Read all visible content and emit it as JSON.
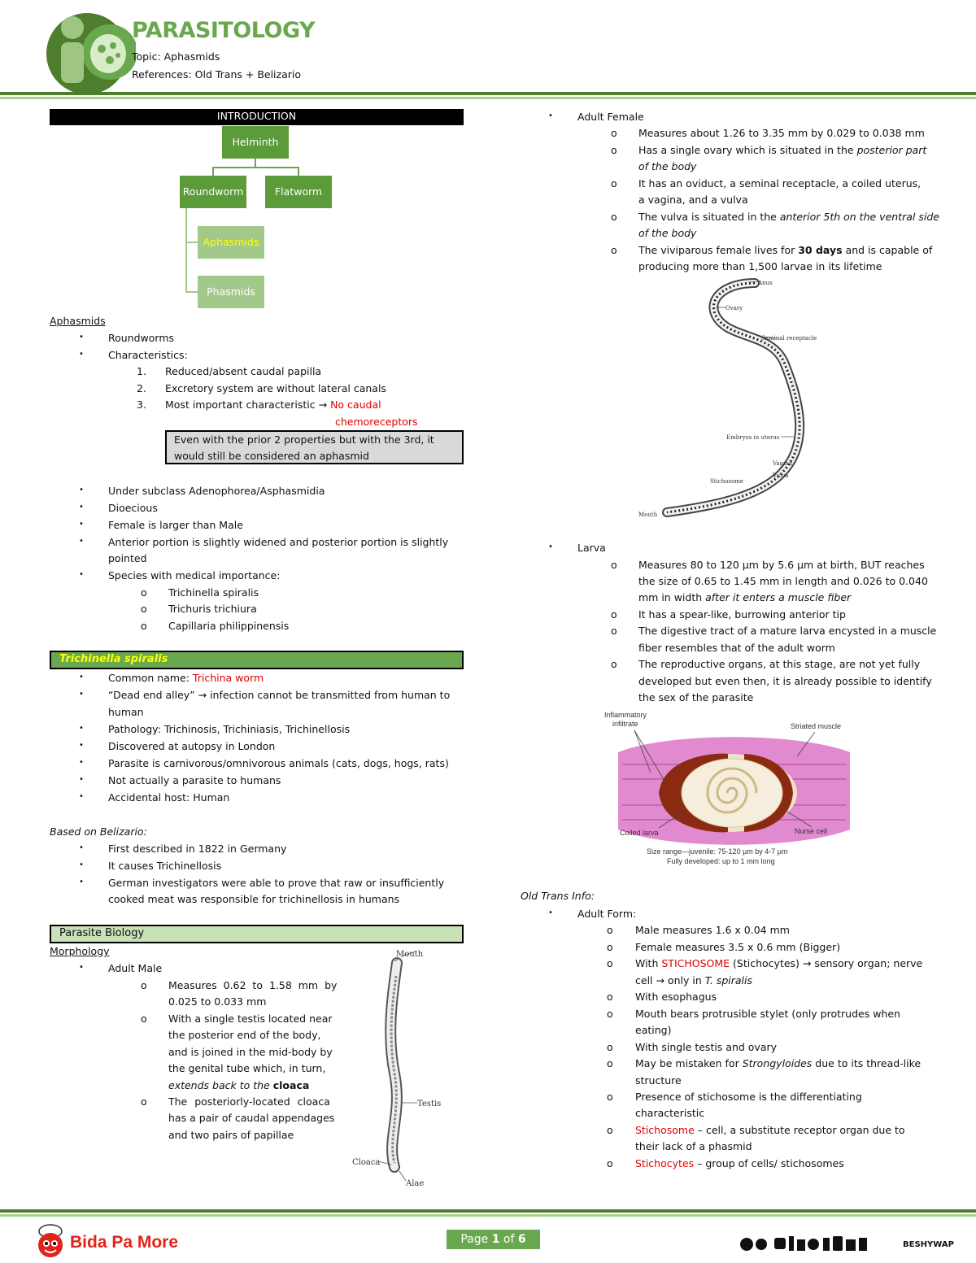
{
  "header": {
    "title": "PARASITOLOGY",
    "topic": "Topic: Aphasmids",
    "references": "References: Old Trans + Belizario"
  },
  "left": {
    "intro_banner": "INTRODUCTION",
    "chart": {
      "helminth": "Helminth",
      "roundworm": "Roundworm",
      "flatworm": "Flatworm",
      "aphasmids": "Aphasmids",
      "phasmids": "Phasmids"
    },
    "aphasmids_heading": "Aphasmids",
    "aph_b1": "Roundworms",
    "aph_b2": "Characteristics:",
    "aph_n1": "Reduced/absent caudal papilla",
    "aph_n2": "Excretory system are without lateral canals",
    "aph_n3_pre": "Most important characteristic →",
    "aph_n3_red1": "No caudal",
    "aph_n3_red2": "chemoreceptors",
    "note_line1": "Even with the prior 2 properties but with the 3rd, it",
    "note_line2": "would still be considered an aphasmid",
    "aph_b3": "Under subclass Adenophorea/Asphasmidia",
    "aph_b4": "Dioecious",
    "aph_b5": "Female is larger than Male",
    "aph_b6a": "Anterior portion is slightly widened and posterior portion is slightly",
    "aph_b6b": "pointed",
    "aph_b7": "Species with medical importance:",
    "sp1": "Trichinella spiralis",
    "sp2": "Trichuris trichiura",
    "sp3": "Capillaria philippinensis",
    "ts_banner": "Trichinella spiralis",
    "ts_b1_pre": "Common name:",
    "ts_b1_red": "Trichina worm",
    "ts_b2a": "“Dead end alley” → infection cannot be transmitted from human to",
    "ts_b2b": "human",
    "ts_b3": "Pathology: Trichinosis, Trichiniasis, Trichinellosis",
    "ts_b4": "Discovered at autopsy in London",
    "ts_b5": "Parasite is carnivorous/omnivorous animals (cats, dogs, hogs, rats)",
    "ts_b6": "Not actually a parasite to humans",
    "ts_b7": "Accidental host: Human",
    "bel_heading": "Based on Belizario:",
    "bel_b1": "First described in 1822 in Germany",
    "bel_b2": "It causes Trichinellosis",
    "bel_b3a": "German investigators were able to prove that raw or insufficiently",
    "bel_b3b": "cooked meat was responsible for trichinellosis in humans",
    "pb_banner": "Parasite Biology",
    "morph_heading": "Morphology",
    "male_heading": "Adult Male",
    "male_o1a": "Measures 0.62 to 1.58 mm by",
    "male_o1b": "0.025 to 0.033 mm",
    "male_o2a": "With a single testis located near",
    "male_o2b": "the posterior end of the body,",
    "male_o2c": "and is joined in the mid-body by",
    "male_o2d": "the genital tube which, in turn,",
    "male_o2e_i": "extends back to the",
    "male_o2e_b": "cloaca",
    "male_o3a": "The posteriorly-located cloaca",
    "male_o3b": "has a pair of caudal appendages",
    "male_o3c": "and two pairs of papillae",
    "male_fig": {
      "mouth": "Mouth",
      "testis": "Testis",
      "cloaca": "Cloaca",
      "alae": "Alae"
    }
  },
  "right": {
    "female_heading": "Adult Female",
    "f_o1": "Measures about 1.26 to 3.35 mm by 0.029 to 0.038 mm",
    "f_o2a_pre": "Has a single ovary which is situated in the",
    "f_o2a_i": "posterior part",
    "f_o2b_i": "of the body",
    "f_o3a": "It has an oviduct, a seminal receptacle, a coiled uterus,",
    "f_o3b": "a vagina, and a vulva",
    "f_o4a_pre": "The vulva is situated in the",
    "f_o4a_i": "anterior 5th on the ventral side",
    "f_o4b_i": "of the body",
    "f_o5a_pre": "The viviparous female lives for",
    "f_o5a_b": "30 days",
    "f_o5a_post": "and is capable of",
    "f_o5b": "producing more than 1,500 larvae in its lifetime",
    "female_fig": {
      "anus": "Anus",
      "ovary": "Ovary",
      "seminal": "Seminal receptacle",
      "embryos": "Embryos in uterus",
      "vagina": "Vagina",
      "vulva": "Vulva",
      "stichosome": "Stichosome",
      "mouth": "Mouth"
    },
    "larva_heading": "Larva",
    "l_o1a": "Measures 80 to 120 µm by 5.6 µm at birth, BUT reaches",
    "l_o1b": "the size of 0.65 to 1.45 mm in length and 0.026 to 0.040",
    "l_o1c_pre": "mm in width",
    "l_o1c_i": "after it enters a muscle fiber",
    "l_o2": "It has a spear-like, burrowing anterior tip",
    "l_o3a": "The digestive tract of a mature larva encysted in a muscle",
    "l_o3b": "fiber resembles that of the adult worm",
    "l_o4a": "The reproductive organs, at this stage, are not yet fully",
    "l_o4b": "developed but even then, it is already possible to identify",
    "l_o4c": "the sex of the parasite",
    "cyst_fig": {
      "inflam1": "Inflammatory",
      "inflam2": "infiltrate",
      "striated": "Striated muscle",
      "coiled": "Coiled larva",
      "nurse": "Nurse cell",
      "size1": "Size range—juvenile: 75-120 µm by 4-7 µm",
      "size2": "Fully developed: up to 1 mm long"
    },
    "old_heading": "Old Trans Info:",
    "adult_form": "Adult Form:",
    "ot1": "Male measures 1.6 x 0.04 mm",
    "ot2": "Female measures 3.5 x 0.6 mm (Bigger)",
    "ot3_pre": "With",
    "ot3_red": "STICHOSOME",
    "ot3_post": "(Stichocytes) → sensory organ; nerve",
    "ot3b_pre": "cell → only in",
    "ot3b_i": "T. spiralis",
    "ot4": "With esophagus",
    "ot5a": "Mouth bears protrusible stylet (only protrudes when",
    "ot5b": "eating)",
    "ot6": "With single testis and ovary",
    "ot7a_pre": "May be mistaken for",
    "ot7a_i": "Strongyloides",
    "ot7a_post": "due to its thread-like",
    "ot7b": "structure",
    "ot8a": "Presence of stichosome is the differentiating",
    "ot8b": "characteristic",
    "ot9_red": "Stichosome",
    "ot9_post": "– cell, a substitute receptor organ due to",
    "ot9b": "their lack of a phasmid",
    "ot10_red": "Stichocytes",
    "ot10_post": "– group of cells/ stichosomes"
  },
  "footer": {
    "brand": "Bida Pa More",
    "page_pre": "Page",
    "page_num": "1",
    "page_of": "of",
    "page_total": "6",
    "sig": "BESHYWAP"
  },
  "bullet_glyph": "•",
  "circle_glyph": "o",
  "colors": {
    "green": "#6aa84f",
    "dark_green": "#4f7d2e",
    "red": "#e00000",
    "jollibee_red": "#e2231a"
  }
}
